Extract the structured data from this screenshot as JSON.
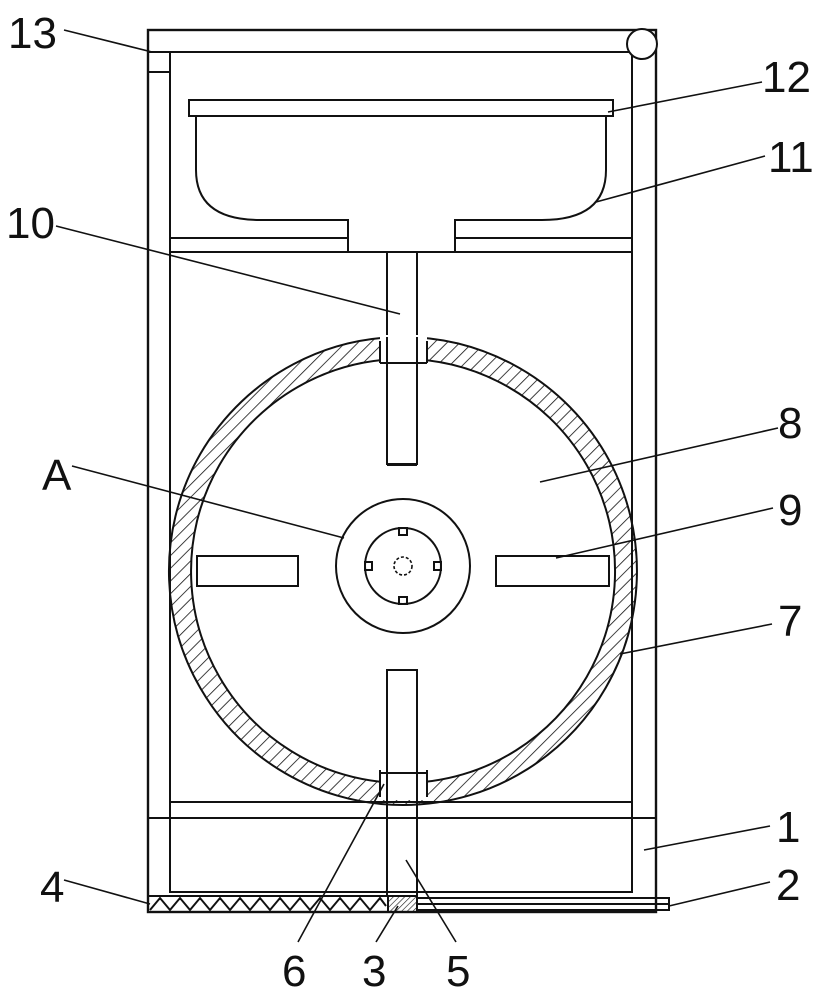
{
  "labels": {
    "l1": "1",
    "l2": "2",
    "l3": "3",
    "l4": "4",
    "l5": "5",
    "l6": "6",
    "l7": "7",
    "l8": "8",
    "l9": "9",
    "l10": "10",
    "l11": "11",
    "l12": "12",
    "l13": "13",
    "lA": "A"
  }
}
